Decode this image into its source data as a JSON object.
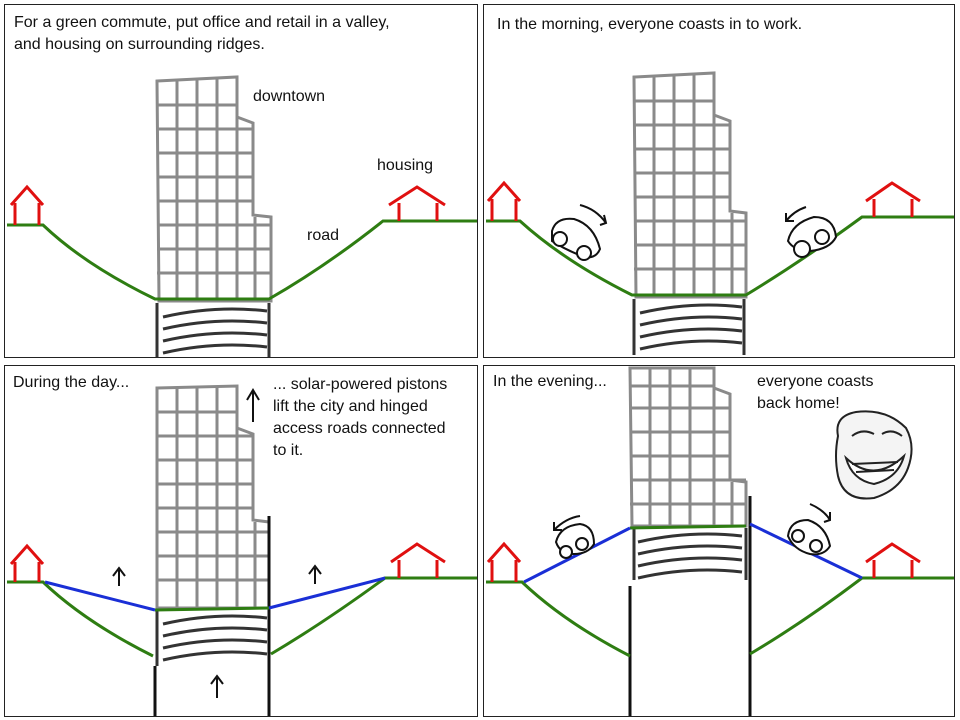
{
  "panels": [
    {
      "caption": "For a green commute, put office and retail in a valley,\nand housing on surrounding ridges.",
      "labels": {
        "downtown": "downtown",
        "housing": "housing",
        "road": "road"
      }
    },
    {
      "caption": "In the morning, everyone coasts in to work."
    },
    {
      "caption": "During the day...",
      "caption2": "... solar-powered pistons\nlift the city and hinged\naccess roads connected\nto it."
    },
    {
      "caption": "In the evening...",
      "caption2": "everyone coasts\nback home!"
    }
  ],
  "colors": {
    "ground": "#2e7d12",
    "raised_road": "#1a2fd6",
    "house": "#e01010",
    "building": "#8a8a8a",
    "foundation": "#333333"
  },
  "icons": [
    "house-icon",
    "car-icon",
    "arrow-icon",
    "troll-face-icon"
  ]
}
